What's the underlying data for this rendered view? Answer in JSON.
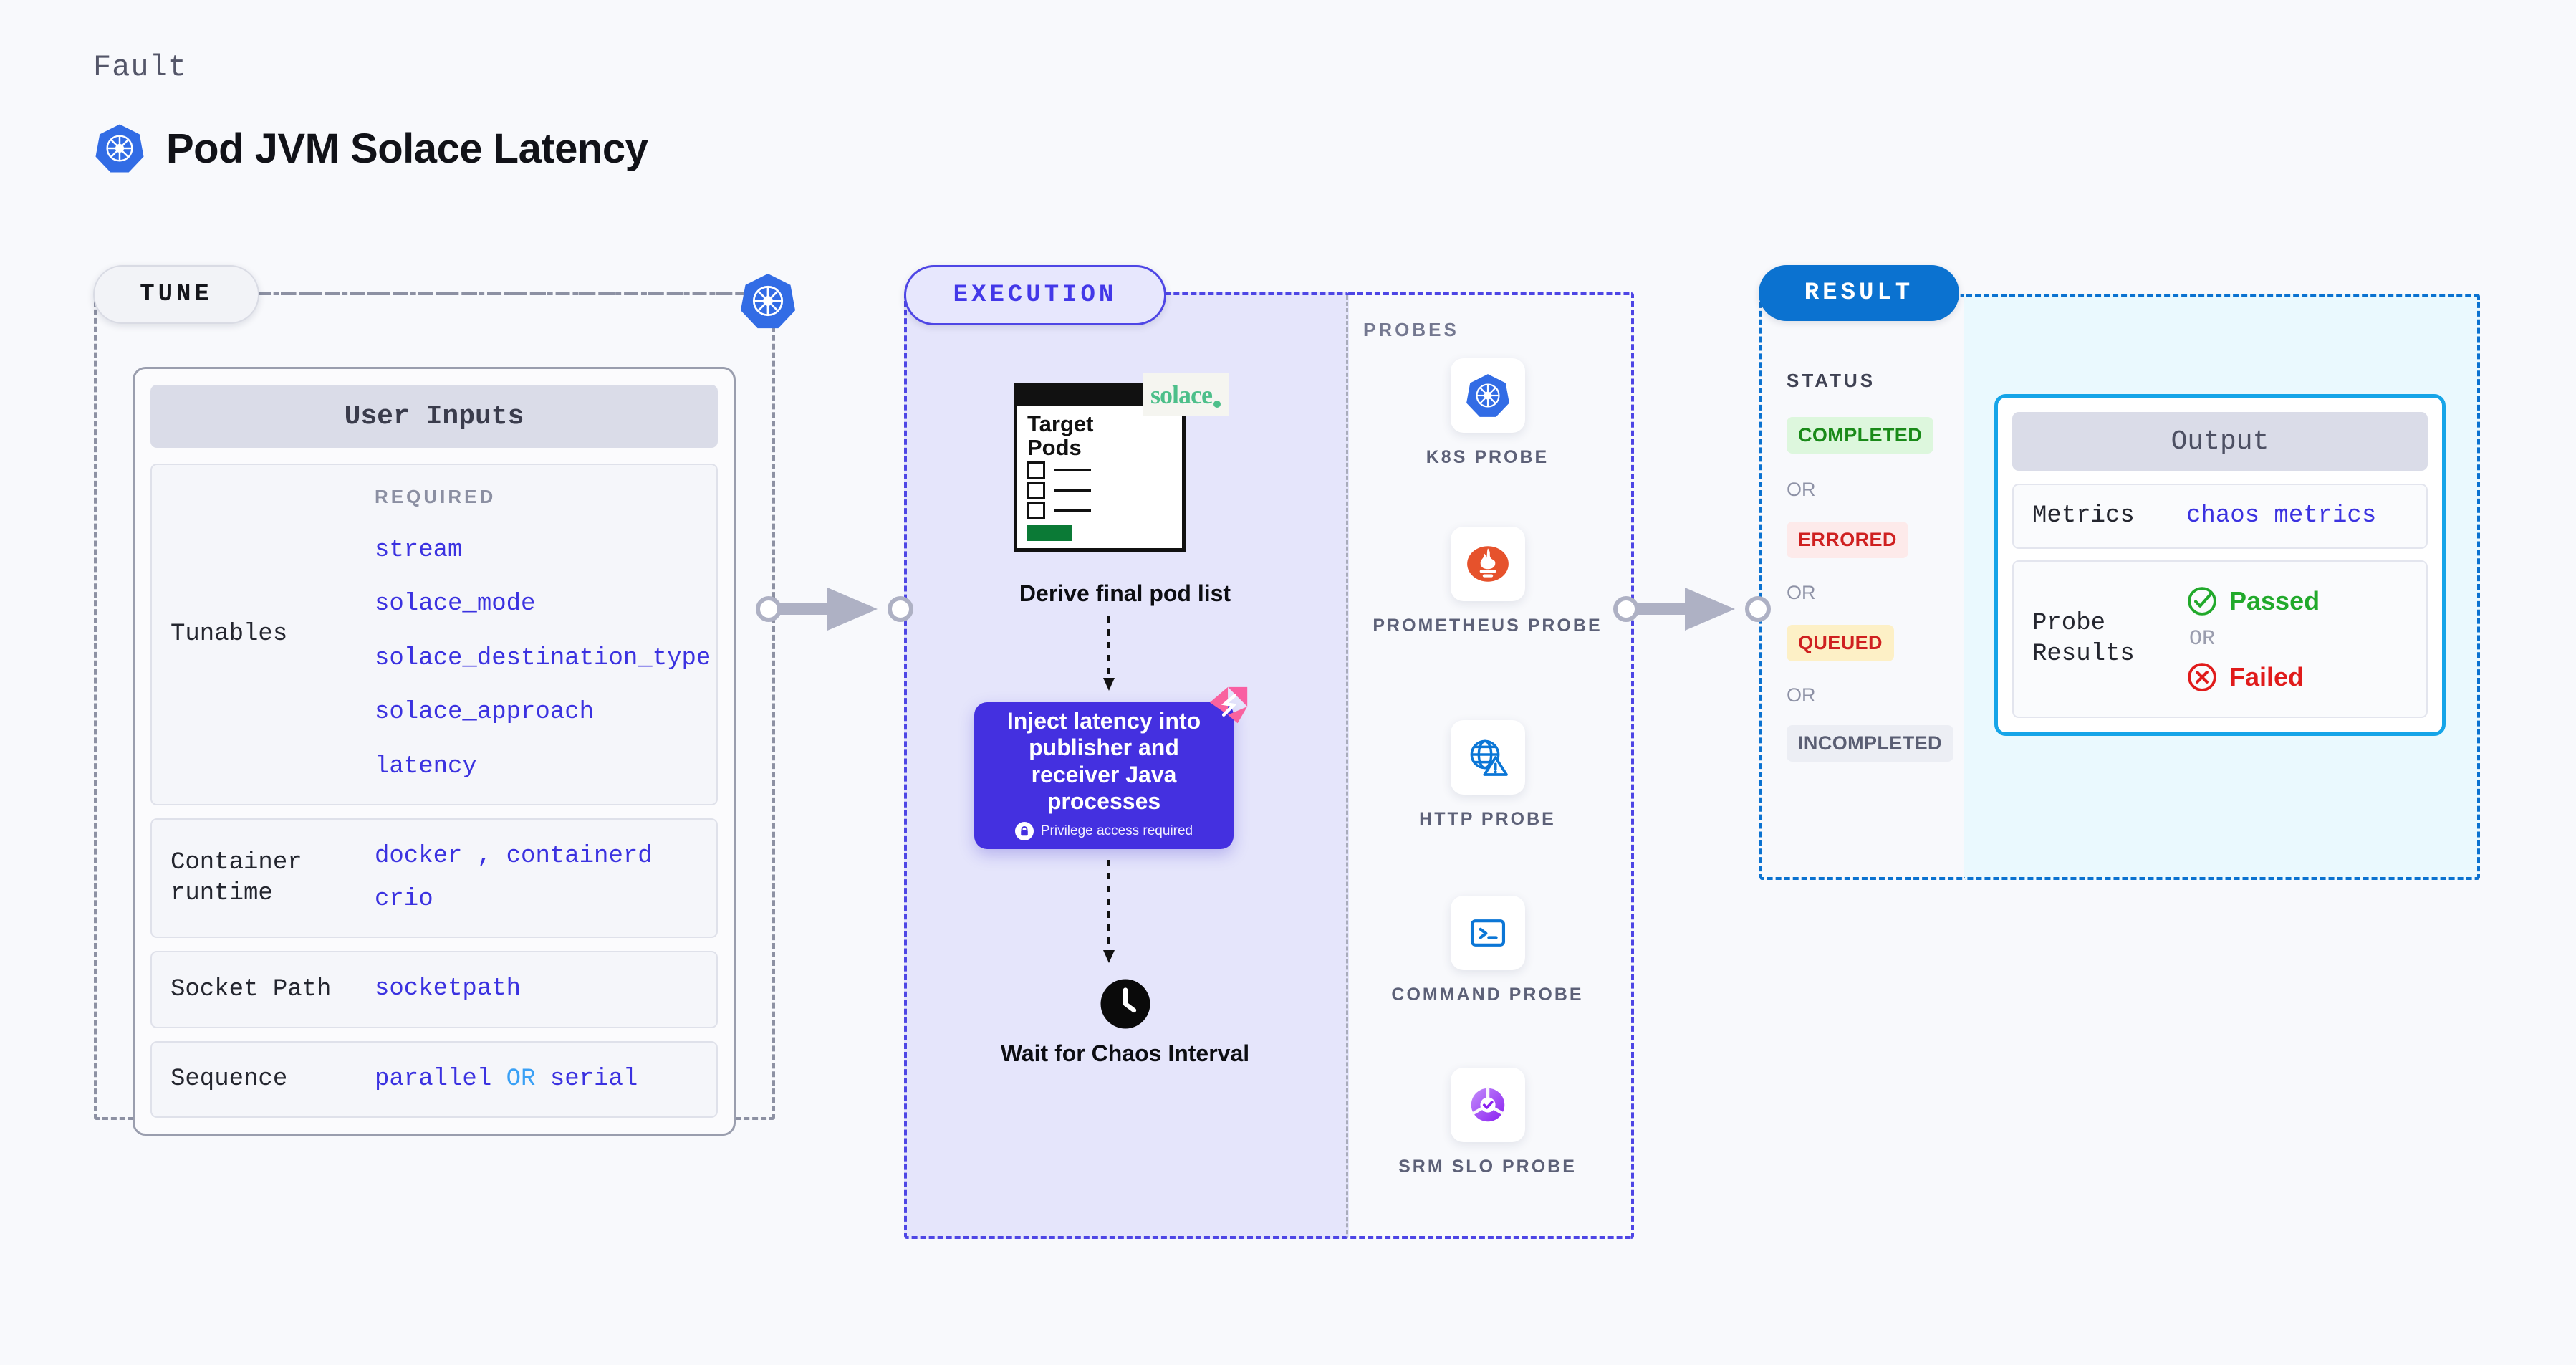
{
  "header": {
    "eyebrow": "Fault",
    "title": "Pod JVM Solace Latency",
    "icon": "kubernetes-icon"
  },
  "tune": {
    "pill_label": "TUNE",
    "badge_icon": "kubernetes-icon",
    "card_title": "User Inputs",
    "required_label": "REQUIRED",
    "rows": [
      {
        "key": "Tunables",
        "tunables": [
          "stream",
          "solace_mode",
          "solace_destination_type",
          "solace_approach",
          "latency"
        ]
      },
      {
        "key": "Container runtime",
        "values_line1": [
          "docker",
          "containerd"
        ],
        "separator": ",",
        "values_line2": [
          "crio"
        ]
      },
      {
        "key": "Socket Path",
        "value": "socketpath"
      },
      {
        "key": "Sequence",
        "value_a": "parallel",
        "conjunction": "OR",
        "value_b": "serial"
      }
    ]
  },
  "execution": {
    "pill_label": "EXECUTION",
    "target_card": {
      "title_line1": "Target",
      "title_line2": "Pods",
      "logo_text": "solace",
      "logo_icon": "solace-logo"
    },
    "derive_label": "Derive final pod list",
    "inject": {
      "text": "Inject latency into publisher and receiver Java processes",
      "privilege_note": "Privilege access required",
      "privilege_icon": "lock-icon",
      "corner_icon": "chaos-fault-marker-icon",
      "color": "#4430e0"
    },
    "wait": {
      "icon": "clock-icon",
      "label": "Wait for Chaos Interval"
    }
  },
  "probes": {
    "title": "PROBES",
    "items": [
      {
        "label": "K8S PROBE",
        "icon": "kubernetes-icon"
      },
      {
        "label": "PROMETHEUS PROBE",
        "icon": "prometheus-icon"
      },
      {
        "label": "HTTP PROBE",
        "icon": "globe-warning-icon"
      },
      {
        "label": "COMMAND PROBE",
        "icon": "terminal-icon"
      },
      {
        "label": "SRM SLO PROBE",
        "icon": "srm-slo-icon"
      }
    ]
  },
  "result": {
    "pill_label": "RESULT",
    "status_title": "STATUS",
    "or_label": "OR",
    "statuses": [
      {
        "label": "COMPLETED",
        "bg": "#ddf7dd",
        "color": "#1a8a19"
      },
      {
        "label": "ERRORED",
        "bg": "#fdeaea",
        "color": "#cf2020"
      },
      {
        "label": "QUEUED",
        "bg": "#fdf0c6",
        "color": "#cf2020"
      },
      {
        "label": "INCOMPLETED",
        "bg": "#eceef4",
        "color": "#5a5e73"
      }
    ]
  },
  "output": {
    "card_title": "Output",
    "metrics_key": "Metrics",
    "metrics_value": "chaos metrics",
    "probe_results_key": "Probe Results",
    "passed_label": "Passed",
    "failed_label": "Failed",
    "or_label": "OR",
    "passed_icon": "check-circle-icon",
    "failed_icon": "x-circle-icon"
  },
  "colors": {
    "accent_indigo": "#4e46e5",
    "accent_blue": "#0b72d0",
    "accent_cyan": "#16a5e8",
    "mono_value": "#3b32e0",
    "page_bg": "#f8f9fc"
  }
}
